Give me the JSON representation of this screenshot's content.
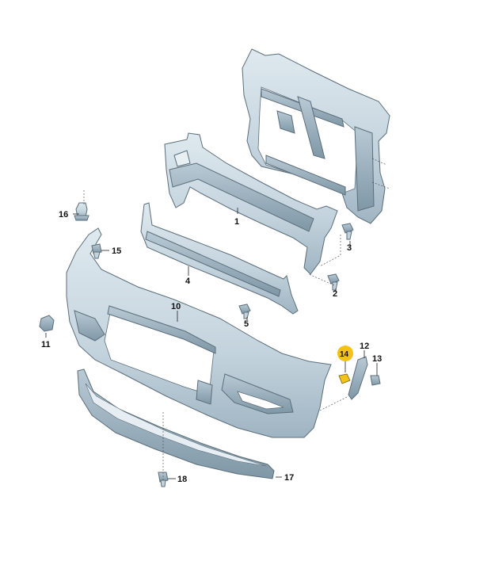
{
  "callouts": {
    "c1": "1",
    "c2": "2",
    "c3": "3",
    "c4": "4",
    "c5": "5",
    "c10": "10",
    "c11": "11",
    "c12": "12",
    "c13": "13",
    "c14": "14",
    "c15": "15",
    "c16": "16",
    "c17": "17",
    "c18": "18"
  },
  "highlighted_callout": "14",
  "colors": {
    "part_fill": "#cfdde5",
    "part_shade": "#9fb4c2",
    "part_dark": "#6f8796",
    "highlight": "#f2c21b",
    "line": "#222222"
  }
}
